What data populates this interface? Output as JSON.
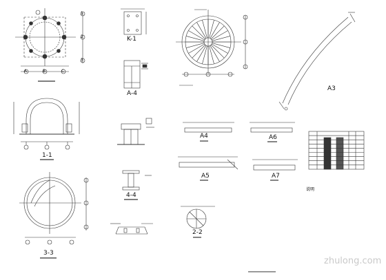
{
  "views": {
    "section_1_1": "1-1",
    "section_3_3": "3-3",
    "section_4_4": "4-4",
    "section_2_2": "2-2",
    "section_k_1": "K-1"
  },
  "details": {
    "a4_top": "A-4",
    "a4_mid": "A4",
    "a6": "A6",
    "a5": "A5",
    "a7": "A7",
    "a3": "A3"
  },
  "axis_labels": [
    "A",
    "B",
    "C",
    "D",
    "E",
    "1",
    "2",
    "3",
    "4",
    "5"
  ],
  "notes_title": "说明",
  "watermark": "zhulong.com",
  "colors": {
    "ink": "#111111",
    "line": "#333333",
    "watermark": "#c9c9c9"
  }
}
